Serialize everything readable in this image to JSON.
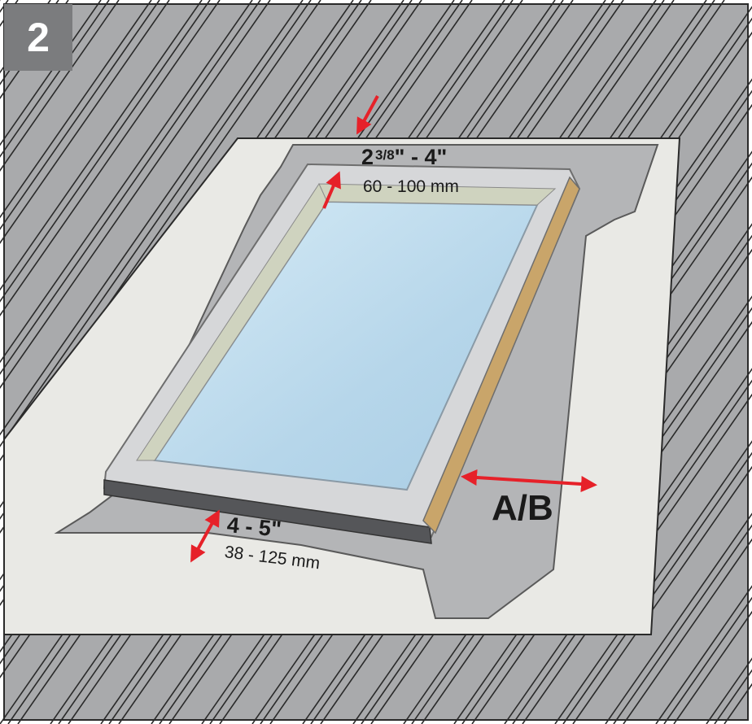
{
  "step_number": "2",
  "top_clearance": {
    "whole": "2",
    "fraction": "3/8",
    "rest": "\" - 4\"",
    "metric": "60 - 100 mm"
  },
  "bottom_clearance": {
    "imperial": "4 - 5\"",
    "metric": "38 - 125 mm"
  },
  "side_label": "A/B",
  "colors": {
    "roof_metal": "#a9aaac",
    "roof_rib_line": "#2a2a2a",
    "underlayment": "#e9e9e5",
    "flashing": "#b4b5b7",
    "frame": "#d6d7d9",
    "glass": "#bcd9ea",
    "arrow": "#e62129",
    "badge": "#7b7c7e"
  }
}
